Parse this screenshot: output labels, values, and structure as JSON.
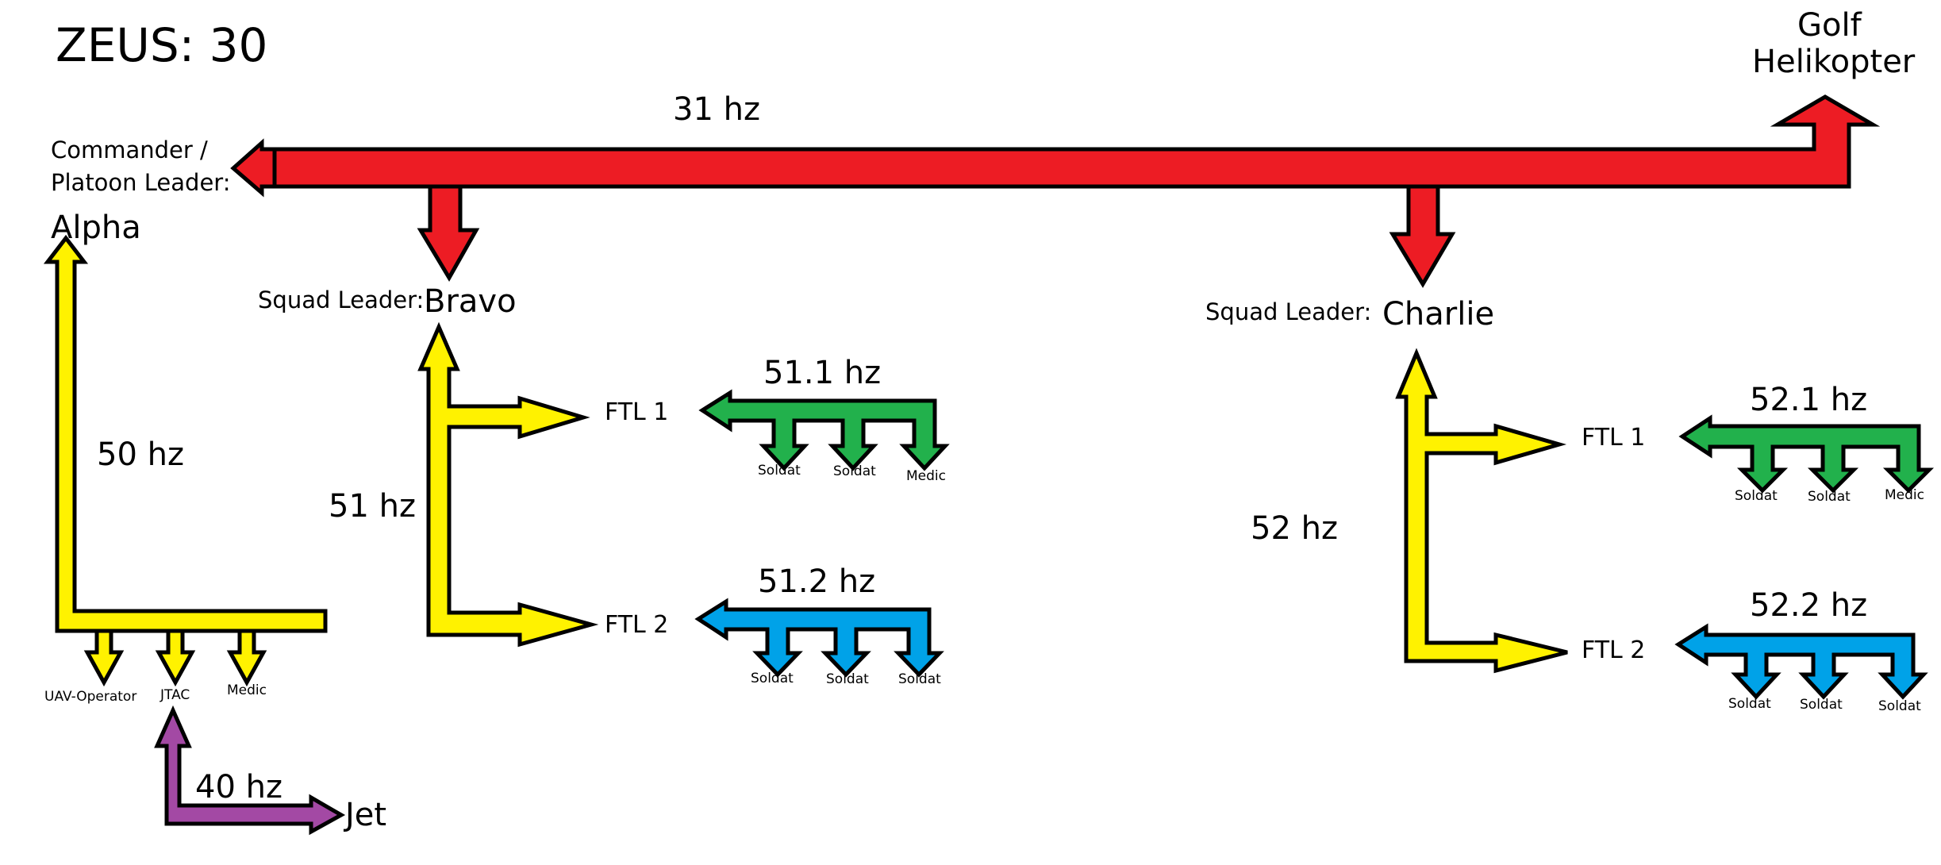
{
  "zeus": "ZEUS: 30",
  "command": {
    "freq": "31 hz",
    "commander_label_line1": "Commander /",
    "commander_label_line2": "Platoon Leader:",
    "golf_line1": "Golf",
    "golf_line2": "Helikopter"
  },
  "alpha": {
    "name": "Alpha",
    "freq": "50 hz",
    "roles": [
      "UAV-Operator",
      "JTAC",
      "Medic"
    ],
    "jtac_freq": "40 hz",
    "jet": "Jet"
  },
  "bravo": {
    "leader_label": "Squad Leader:",
    "name": "Bravo",
    "freq": "51 hz",
    "ftl1": "FTL 1",
    "ftl2": "FTL 2",
    "ftl1_freq": "51.1 hz",
    "ftl2_freq": "51.2 hz",
    "ftl1_members": [
      "Soldat",
      "Soldat",
      "Medic"
    ],
    "ftl2_members": [
      "Soldat",
      "Soldat",
      "Soldat"
    ]
  },
  "charlie": {
    "leader_label": "Squad Leader:",
    "name": "Charlie",
    "freq": "52 hz",
    "ftl1": "FTL 1",
    "ftl2": "FTL 2",
    "ftl1_freq": "52.1 hz",
    "ftl2_freq": "52.2 hz",
    "ftl1_members": [
      "Soldat",
      "Soldat",
      "Medic"
    ],
    "ftl2_members": [
      "Soldat",
      "Soldat",
      "Soldat"
    ]
  },
  "colors": {
    "red": "#ed1c24",
    "yellow": "#fff200",
    "green": "#22b14c",
    "blue": "#00a2e8",
    "purple": "#a349a4",
    "outline": "#000000"
  }
}
